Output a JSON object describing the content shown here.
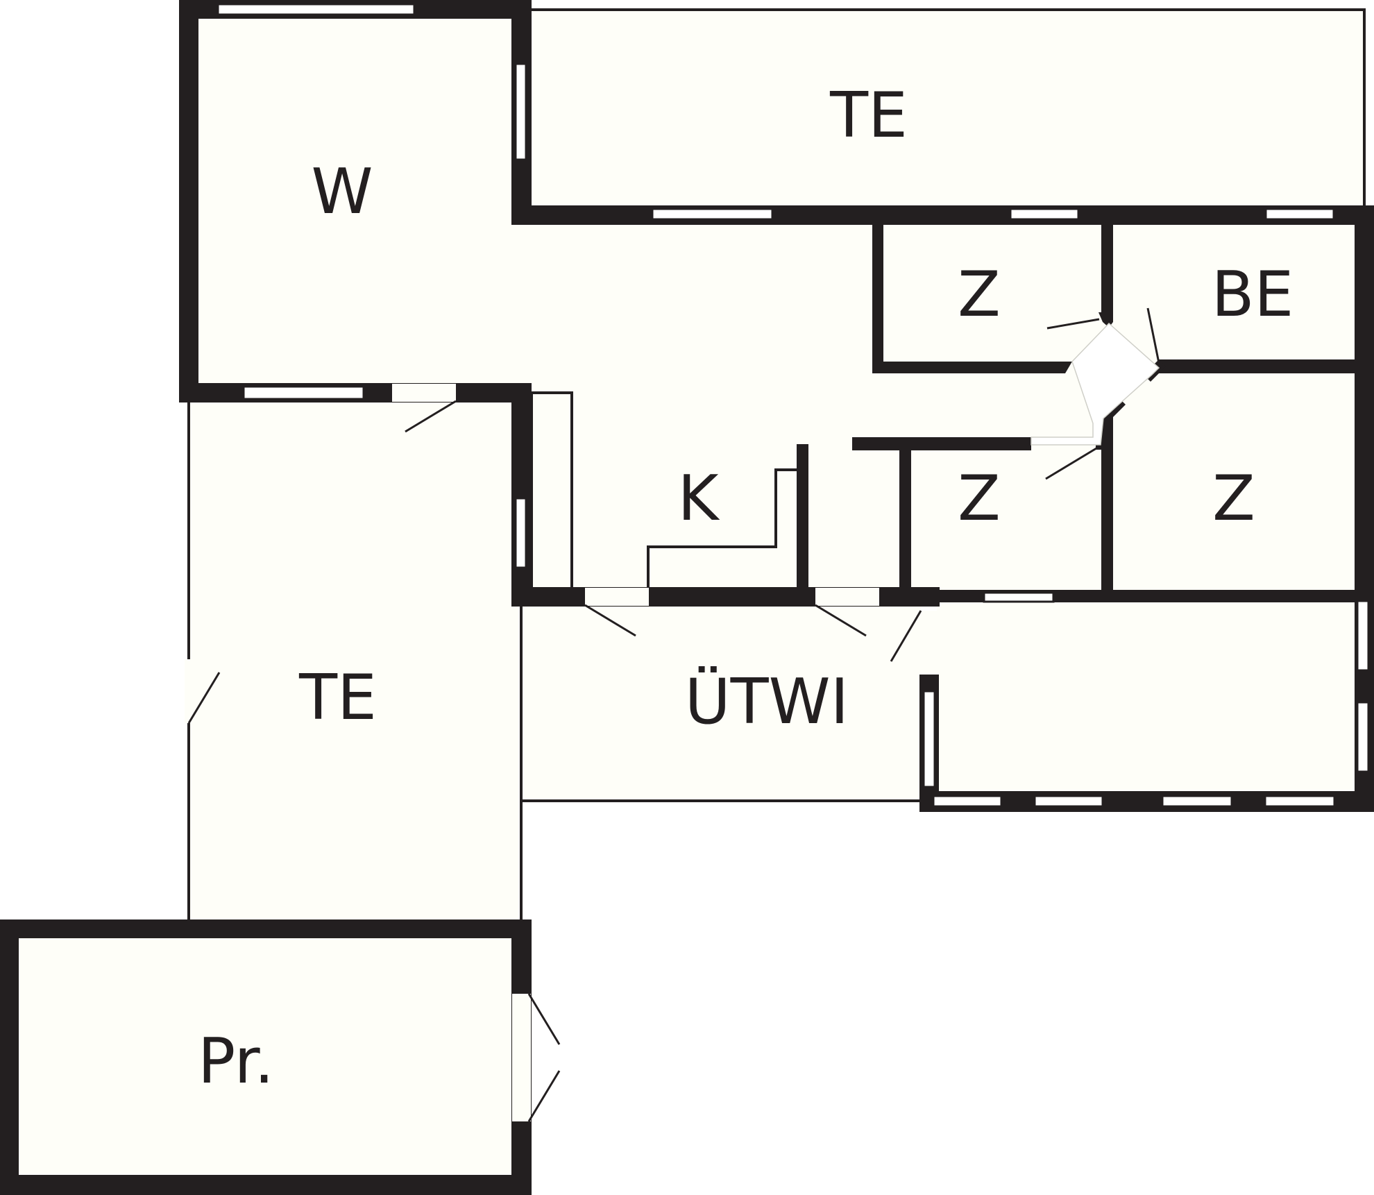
{
  "rooms": {
    "te_top": "TE",
    "w": "W",
    "z_upper": "Z",
    "be": "BE",
    "k": "K",
    "z_middle": "Z",
    "z_right": "Z",
    "te_left": "TE",
    "utwi": "ÜTWI",
    "pr": "Pr."
  },
  "colors": {
    "wall": "#231f20",
    "floor": "#fefef8",
    "background": "#ffffff"
  }
}
